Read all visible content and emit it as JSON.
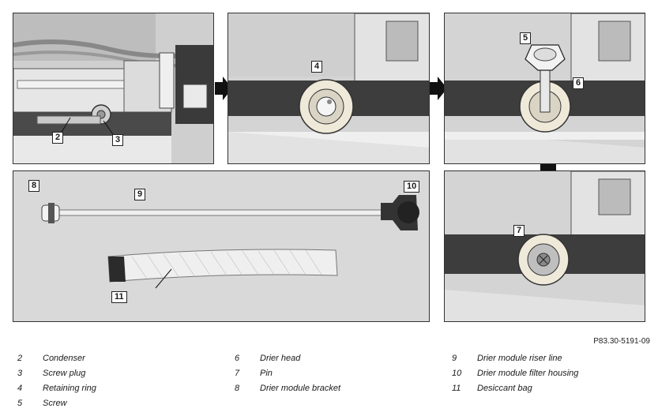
{
  "callouts": {
    "c2": "2",
    "c3": "3",
    "c4": "4",
    "c5": "5",
    "c6": "6",
    "c7": "7",
    "c8": "8",
    "c9": "9",
    "c10": "10",
    "c11": "11"
  },
  "reference_code": "P83.30-5191-09",
  "legend": {
    "col1": [
      {
        "num": "2",
        "label": "Condenser"
      },
      {
        "num": "3",
        "label": "Screw plug"
      },
      {
        "num": "4",
        "label": "Retaining ring"
      },
      {
        "num": "5",
        "label": "Screw"
      }
    ],
    "col2": [
      {
        "num": "6",
        "label": "Drier head"
      },
      {
        "num": "7",
        "label": "Pin"
      },
      {
        "num": "8",
        "label": "Drier module bracket"
      }
    ],
    "col3": [
      {
        "num": "9",
        "label": "Drier module riser line"
      },
      {
        "num": "10",
        "label": "Drier module filter housing"
      },
      {
        "num": "11",
        "label": "Desiccant bag"
      }
    ]
  },
  "colors": {
    "panel_bg": "#d9d9d9",
    "line": "#2a2a2a",
    "arrow": "#111111"
  }
}
